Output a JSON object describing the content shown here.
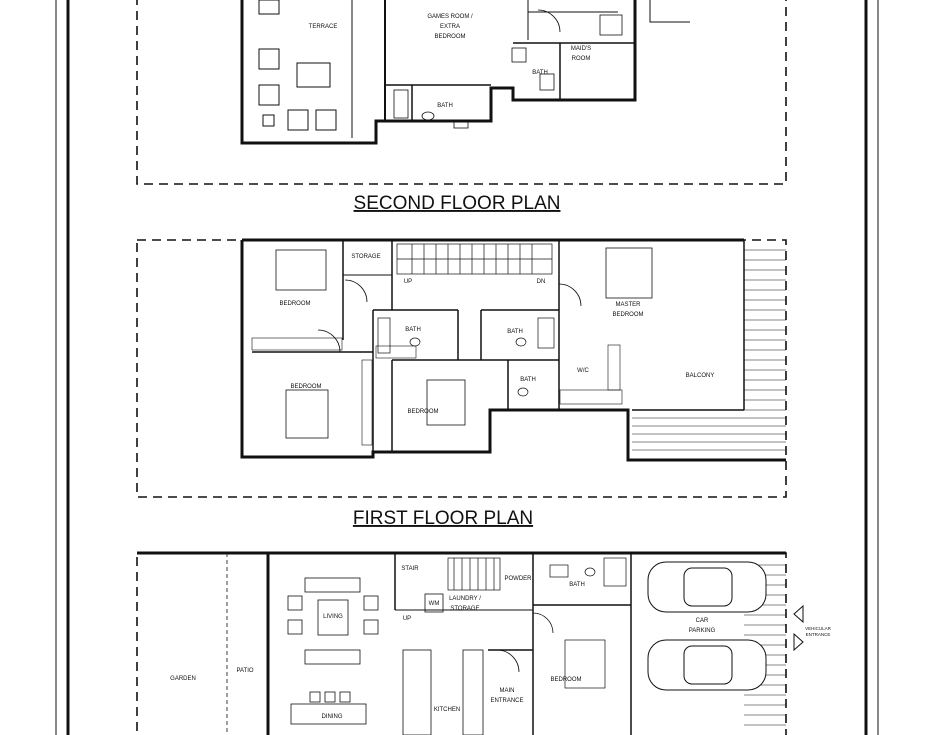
{
  "second_floor": {
    "title": "SECOND FLOOR PLAN",
    "rooms": {
      "terrace": "TERRACE",
      "games_room_1": "GAMES ROOM /",
      "games_room_2": "EXTRA",
      "games_room_3": "BEDROOM",
      "maids_room_1": "MAID'S",
      "maids_room_2": "ROOM",
      "bath_maid": "BATH",
      "bath_games": "BATH"
    }
  },
  "first_floor": {
    "title": "FIRST FLOOR PLAN",
    "rooms": {
      "bedroom_nw": "BEDROOM",
      "storage": "STORAGE",
      "up": "UP",
      "dn": "DN",
      "master_1": "MASTER",
      "master_2": "BEDROOM",
      "bath_a": "BATH",
      "bath_b": "BATH",
      "bath_c": "BATH",
      "bedroom_sw": "BEDROOM",
      "bedroom_mid": "BEDROOM",
      "wic": "W/C",
      "balcony": "BALCONY"
    }
  },
  "ground_floor": {
    "rooms": {
      "stair": "STAIR",
      "up": "UP",
      "powder": "POWDER",
      "bath": "BATH",
      "wm": "WM",
      "laundry_1": "LAUNDRY /",
      "laundry_2": "STORAGE",
      "living": "LIVING",
      "garden": "GARDEN",
      "patio": "PATIO",
      "dining": "DINING",
      "kitchen": "KITCHEN",
      "main_entrance_1": "MAIN",
      "main_entrance_2": "ENTRANCE",
      "bedroom": "BEDROOM",
      "car_parking_1": "CAR",
      "car_parking_2": "PARKING",
      "vehicular_1": "VEHICULAR",
      "vehicular_2": "ENTRANCE"
    }
  }
}
